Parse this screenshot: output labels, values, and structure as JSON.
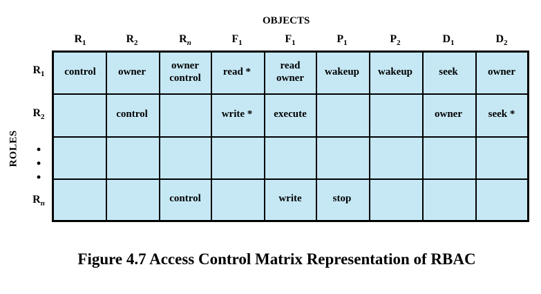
{
  "header": {
    "objects_label": "OBJECTS",
    "roles_label": "ROLES"
  },
  "columns": [
    {
      "base": "R",
      "sub": "1"
    },
    {
      "base": "R",
      "sub": "2"
    },
    {
      "base": "R",
      "sub": "n"
    },
    {
      "base": "F",
      "sub": "1"
    },
    {
      "base": "F",
      "sub": "1"
    },
    {
      "base": "P",
      "sub": "1"
    },
    {
      "base": "P",
      "sub": "2"
    },
    {
      "base": "D",
      "sub": "1"
    },
    {
      "base": "D",
      "sub": "2"
    }
  ],
  "rows": [
    {
      "base": "R",
      "sub": "1"
    },
    {
      "base": "R",
      "sub": "2"
    },
    {
      "base": "•\n•\n•",
      "sub": ""
    },
    {
      "base": "R",
      "sub": "n"
    }
  ],
  "cells": [
    [
      "control",
      "owner",
      "owner\ncontrol",
      "read *",
      "read\nowner",
      "wakeup",
      "wakeup",
      "seek",
      "owner"
    ],
    [
      "",
      "control",
      "",
      "write *",
      "execute",
      "",
      "",
      "owner",
      "seek *"
    ],
    [
      "",
      "",
      "",
      "",
      "",
      "",
      "",
      "",
      ""
    ],
    [
      "",
      "",
      "control",
      "",
      "write",
      "stop",
      "",
      "",
      ""
    ]
  ],
  "caption": "Figure 4.7  Access Control Matrix Representation of RBAC"
}
